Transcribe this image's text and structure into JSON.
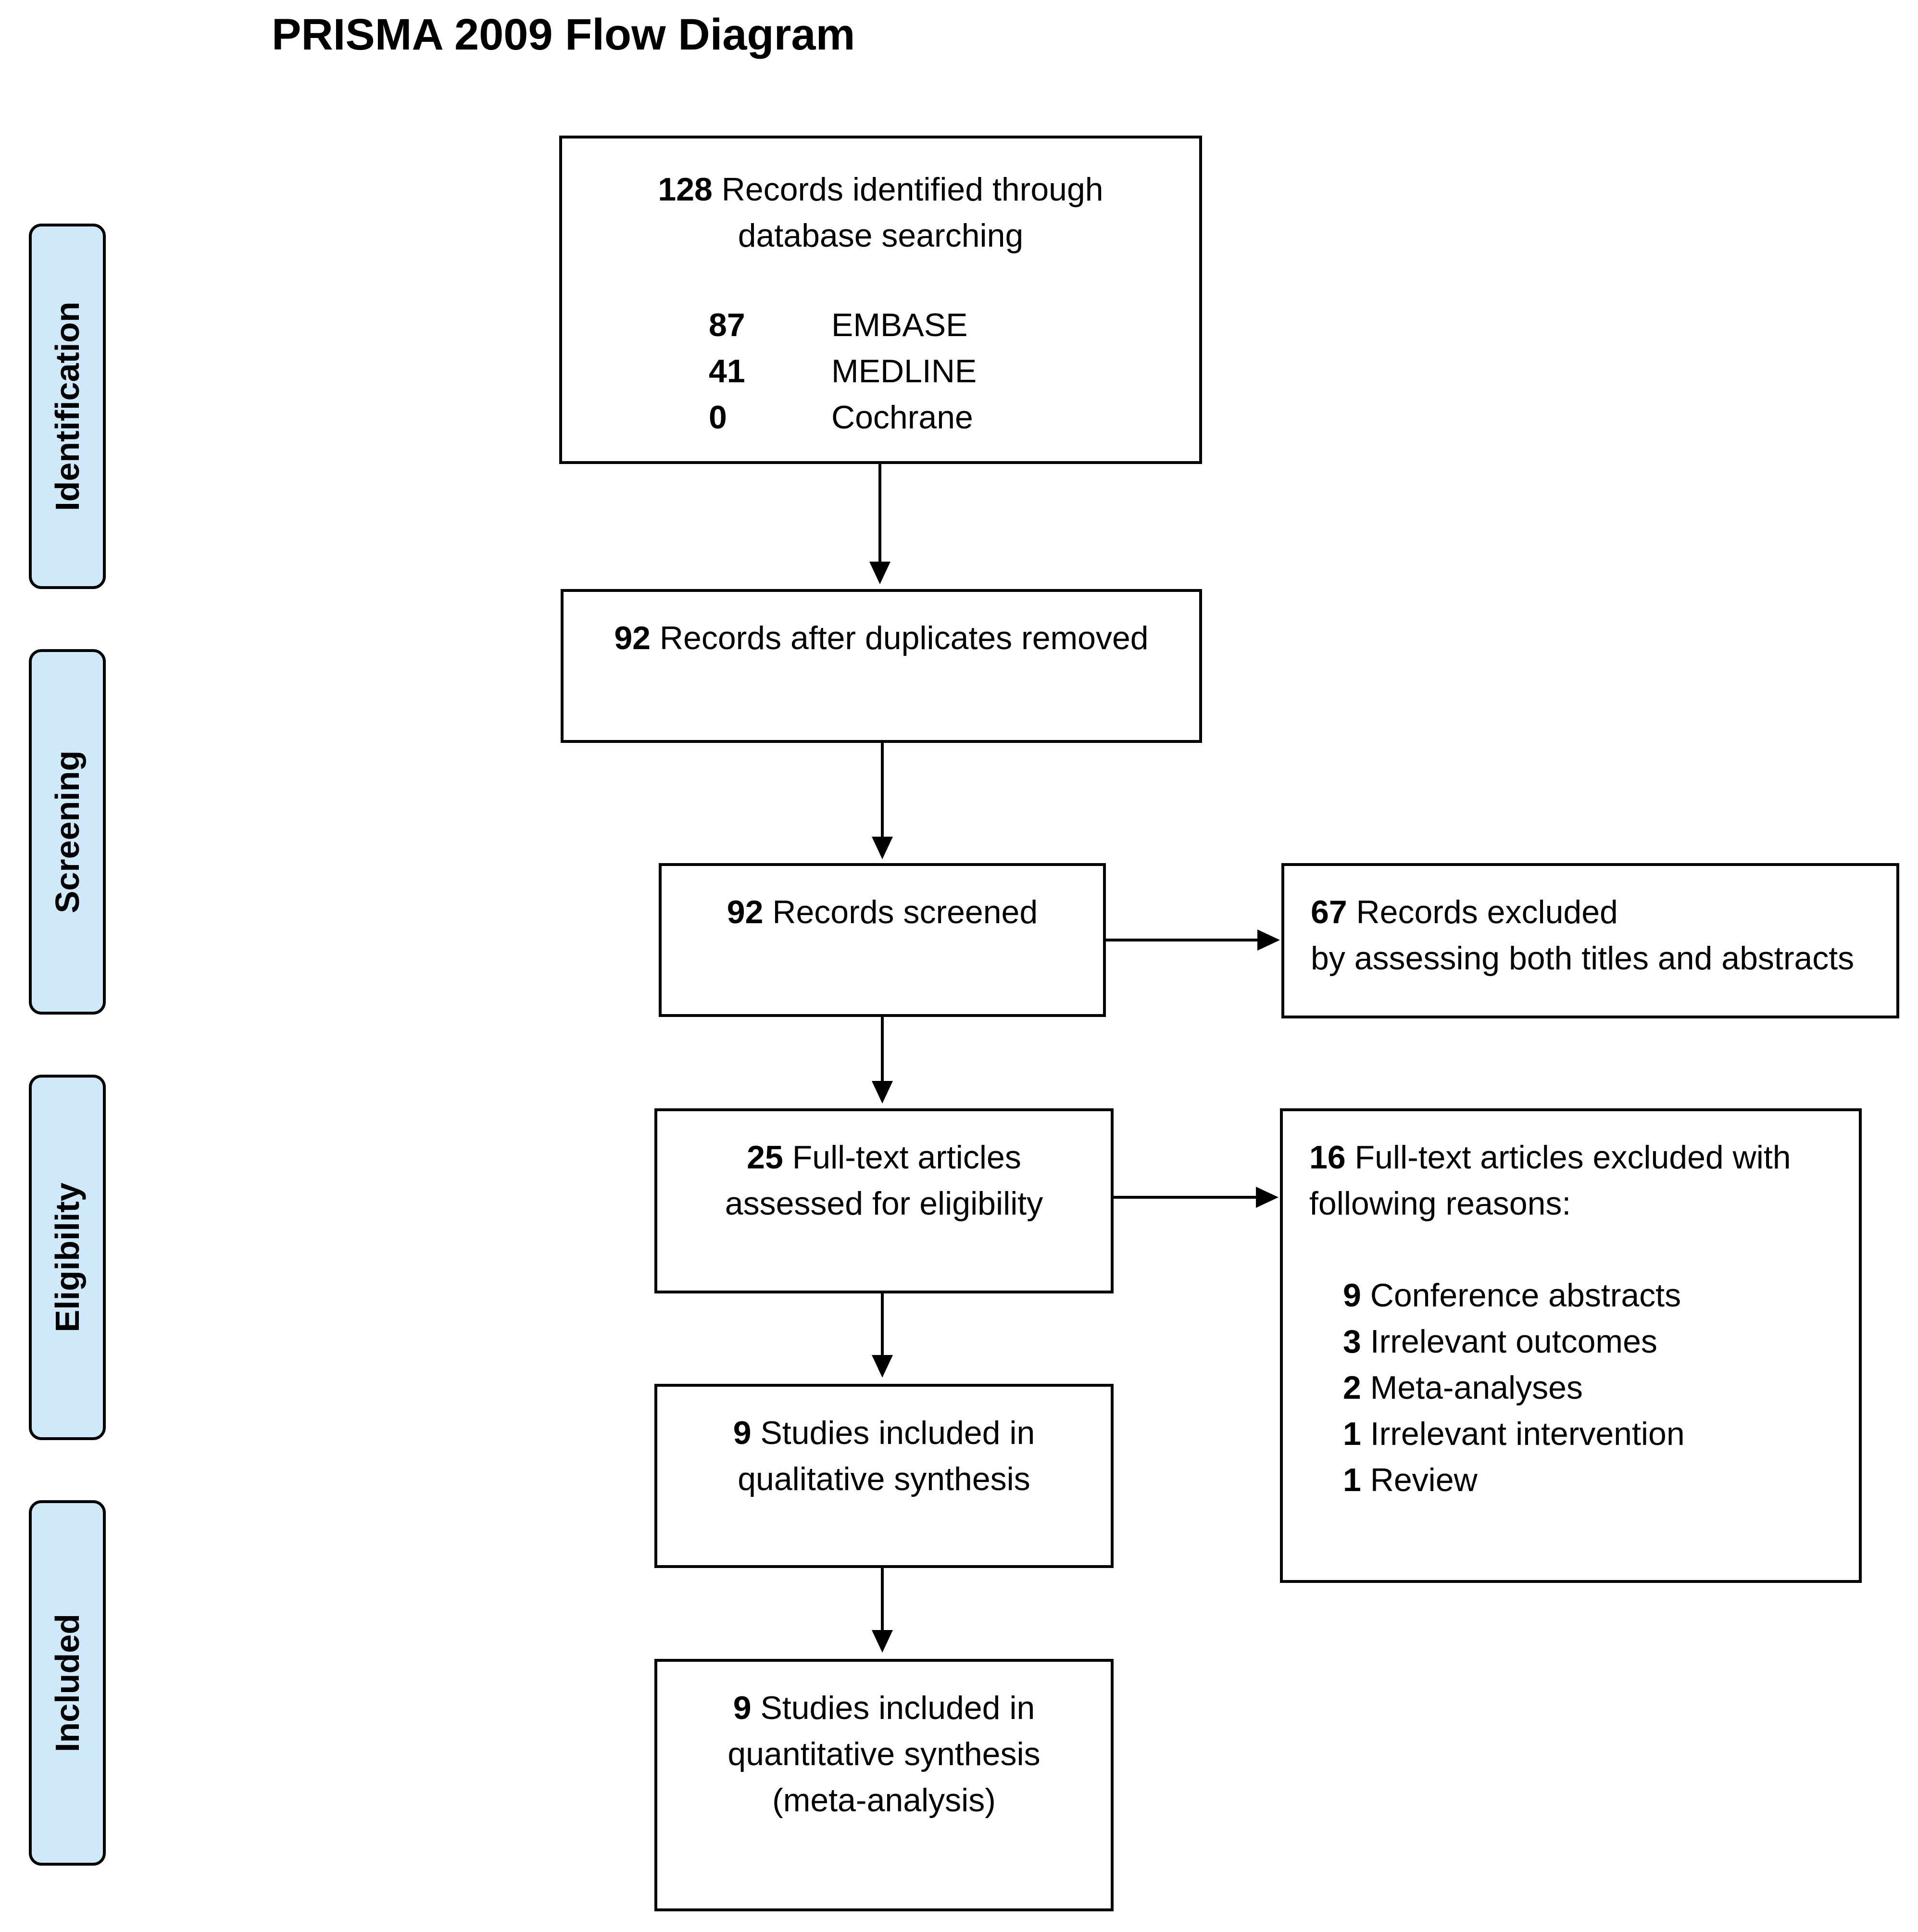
{
  "title": "PRISMA 2009 Flow Diagram",
  "phases": {
    "identification": "Identification",
    "screening": "Screening",
    "eligibility": "Eligibility",
    "included": "Included"
  },
  "identified": {
    "count": "128",
    "line1": "Records identified through",
    "line2": "database searching",
    "sources": [
      {
        "count": "87",
        "name": "EMBASE"
      },
      {
        "count": "41",
        "name": "MEDLINE"
      },
      {
        "count": "0",
        "name": "Cochrane"
      }
    ]
  },
  "dedup": {
    "count": "92",
    "label": "Records after duplicates removed"
  },
  "screened": {
    "count": "92",
    "label": "Records screened"
  },
  "excluded_screen": {
    "count": "67",
    "line1": "Records excluded",
    "line2": "by assessing both titles and abstracts"
  },
  "fulltext": {
    "count": "25",
    "line1": "Full-text articles",
    "line2": "assessed for eligibility"
  },
  "excluded_fulltext": {
    "count": "16",
    "line1": "Full-text articles excluded with",
    "line2": "following reasons:",
    "reasons": [
      {
        "count": "9",
        "label": "Conference abstracts"
      },
      {
        "count": "3",
        "label": "Irrelevant outcomes"
      },
      {
        "count": "2",
        "label": "Meta-analyses"
      },
      {
        "count": "1",
        "label": "Irrelevant intervention"
      },
      {
        "count": "1",
        "label": "Review"
      }
    ]
  },
  "qualitative": {
    "count": "9",
    "line1": "Studies included in",
    "line2": "qualitative synthesis"
  },
  "quantitative": {
    "count": "9",
    "line1": "Studies included in",
    "line2": "quantitative synthesis",
    "line3": "(meta-analysis)"
  },
  "colors": {
    "phase_fill": "#cfe9fb",
    "stroke": "#000000"
  }
}
